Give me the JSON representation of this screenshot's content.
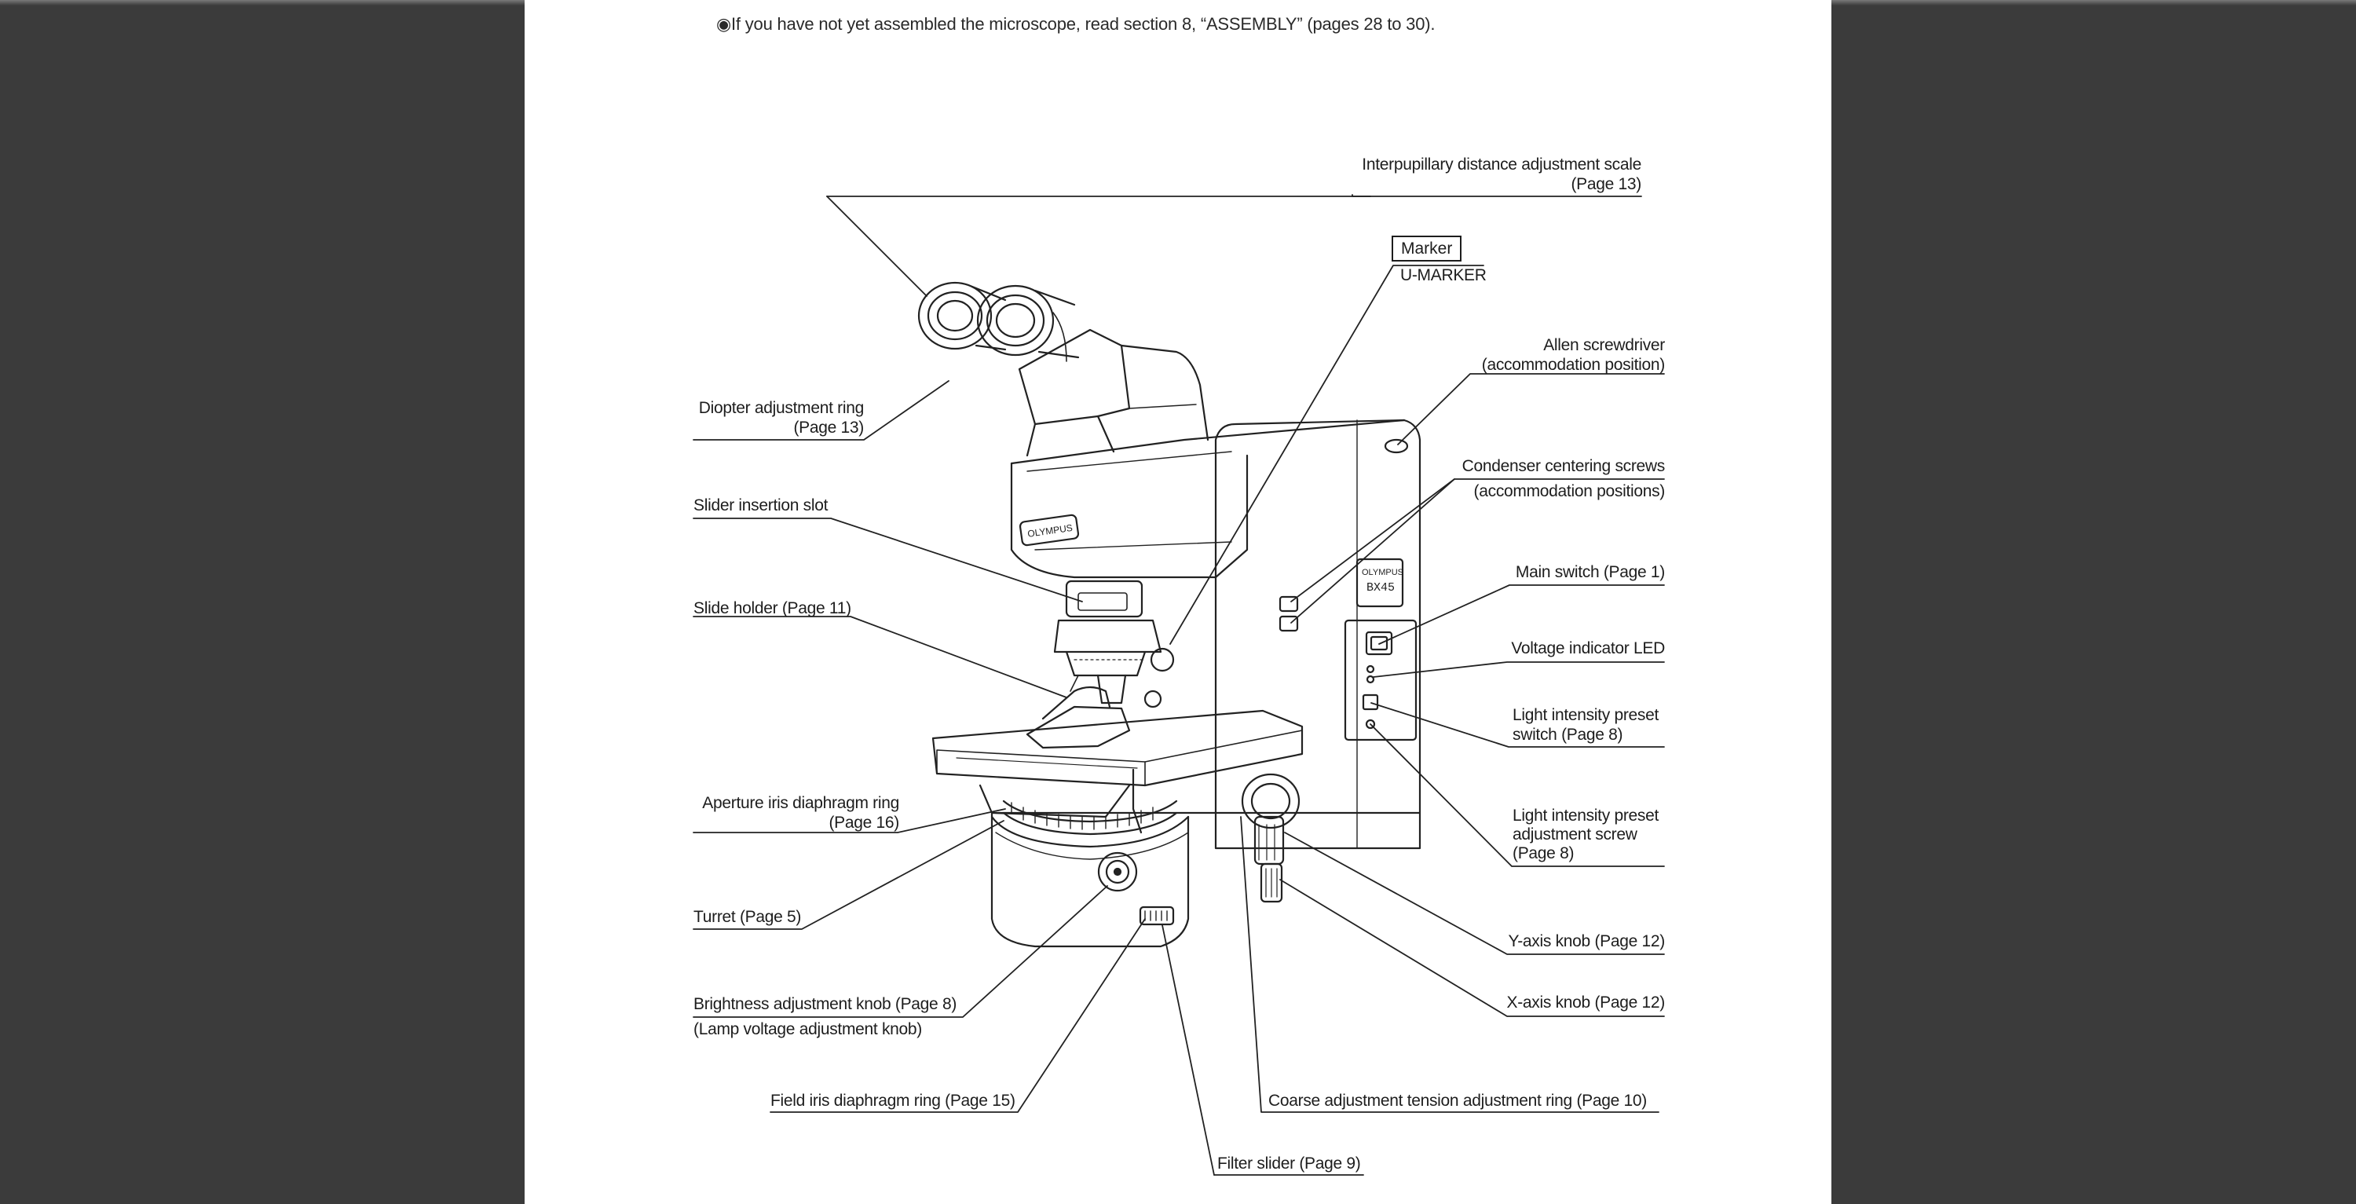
{
  "note": "◉If you have not yet assembled the microscope, read section 8, “ASSEMBLY” (pages 28 to 30).",
  "brand": {
    "logo": "OLYMPUS",
    "model_line1": "OLYMPUS",
    "model_line2": "BX45"
  },
  "labels": {
    "interpupillary_1": "Interpupillary distance adjustment scale",
    "interpupillary_2": "(Page 13)",
    "marker_box": "Marker",
    "marker_model": "U-MARKER",
    "allen_1": "Allen screwdriver",
    "allen_2": "(accommodation position)",
    "diopter_1": "Diopter adjustment ring",
    "diopter_2": "(Page 13)",
    "condenser_1": "Condenser centering screws",
    "condenser_2": "(accommodation positions)",
    "slider_slot": "Slider insertion slot",
    "main_switch": "Main switch (Page 1)",
    "slide_holder": "Slide holder (Page 11)",
    "voltage_led": "Voltage indicator LED",
    "preset_switch_1": "Light intensity preset",
    "preset_switch_2": "switch (Page 8)",
    "aperture_1": "Aperture iris diaphragm ring",
    "aperture_2": "(Page 16)",
    "preset_screw_1": "Light intensity preset",
    "preset_screw_2": "adjustment screw",
    "preset_screw_3": "(Page 8)",
    "turret": "Turret (Page 5)",
    "y_knob": "Y-axis knob (Page 12)",
    "x_knob": "X-axis knob (Page 12)",
    "brightness_1": "Brightness adjustment knob (Page 8)",
    "brightness_2": "(Lamp voltage adjustment knob)",
    "field_iris": "Field iris diaphragm ring (Page 15)",
    "coarse": "Coarse adjustment tension adjustment ring (Page 10)",
    "filter_slider": "Filter slider (Page 9)"
  }
}
